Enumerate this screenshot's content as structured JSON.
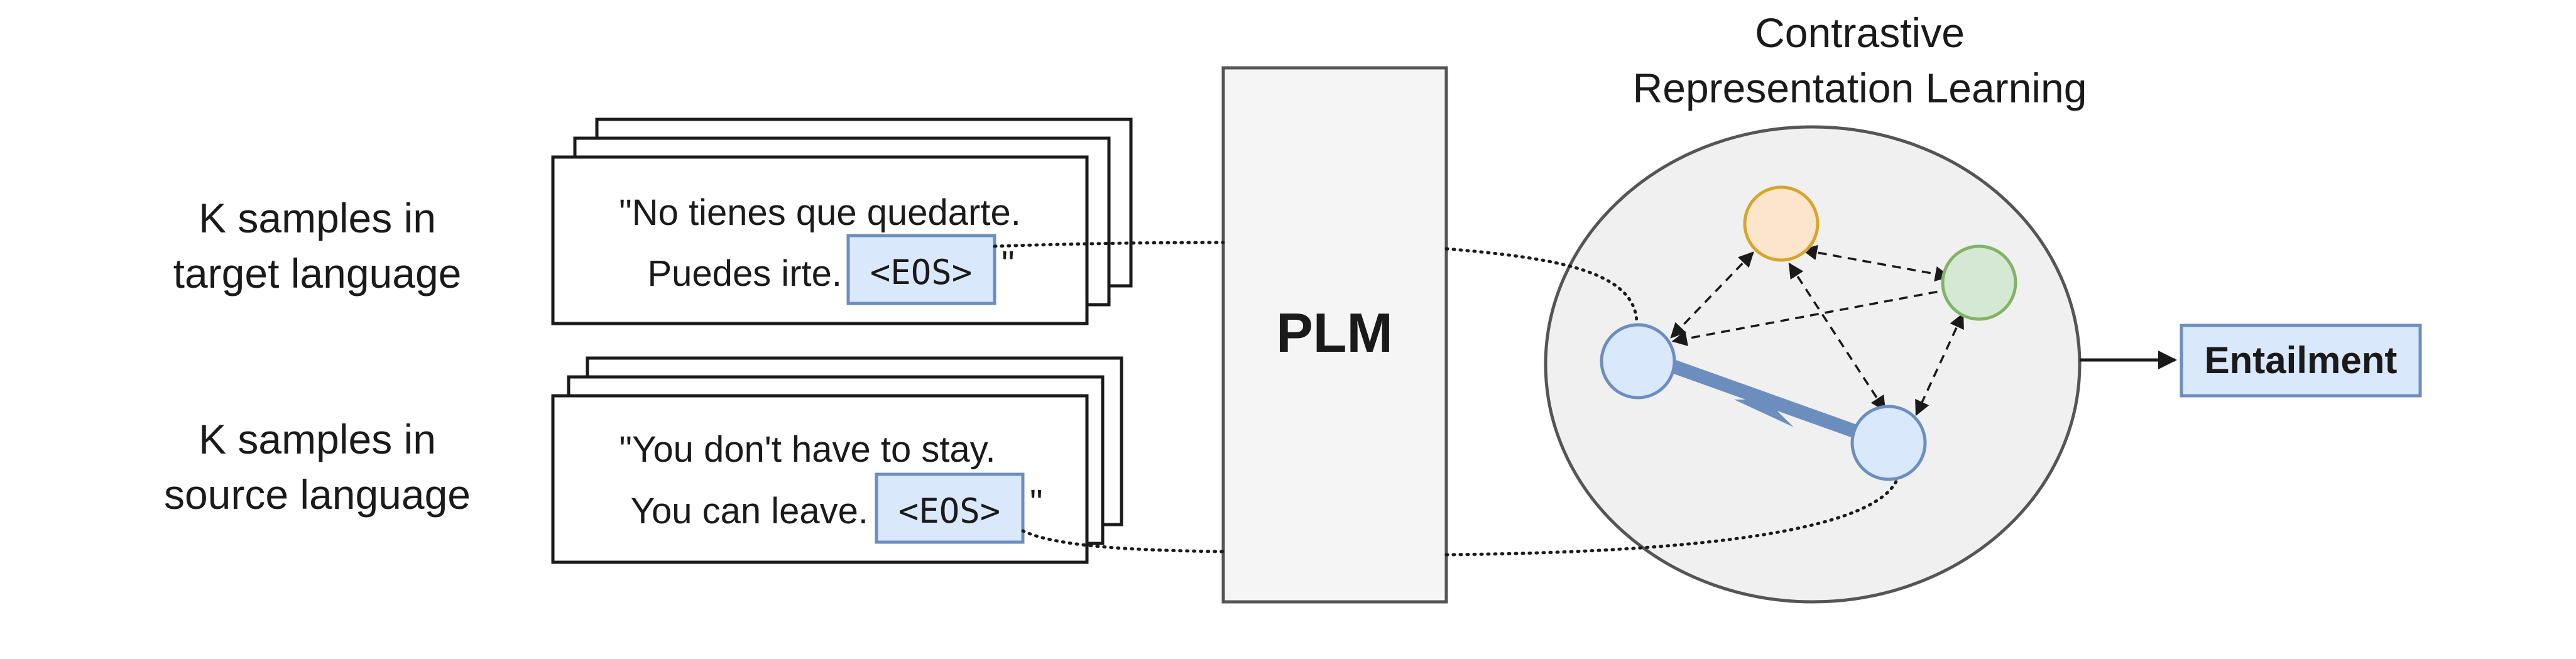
{
  "left_labels": {
    "target": [
      "K samples in",
      "target language"
    ],
    "source": [
      "K samples in",
      "source language"
    ]
  },
  "target_sample": {
    "line1": "\"No tienes que quedarte.",
    "line2": "Puedes irte.",
    "eos": "<EOS>",
    "closing_quote": "\""
  },
  "source_sample": {
    "line1": "\"You don't have to stay.",
    "line2": "You can leave.",
    "eos": "<EOS>",
    "closing_quote": "\""
  },
  "plm": {
    "label": "PLM"
  },
  "contrastive": {
    "title": [
      "Contrastive",
      "Representation Learning"
    ],
    "node_colors": {
      "orange": "#fce5cd",
      "orange_stroke": "#d6a52c",
      "green": "#d5e8d4",
      "green_stroke": "#82b366",
      "blue": "#dae8fc",
      "blue_stroke": "#6c8ebf"
    }
  },
  "output": {
    "label": "Entailment"
  },
  "colors": {
    "eos_fill": "#dae8fc",
    "eos_stroke": "#6c8ebf",
    "plm_fill": "#f5f5f5",
    "ellipse_fill": "#f0f0f0",
    "strong_edge": "#6c8ebf"
  }
}
